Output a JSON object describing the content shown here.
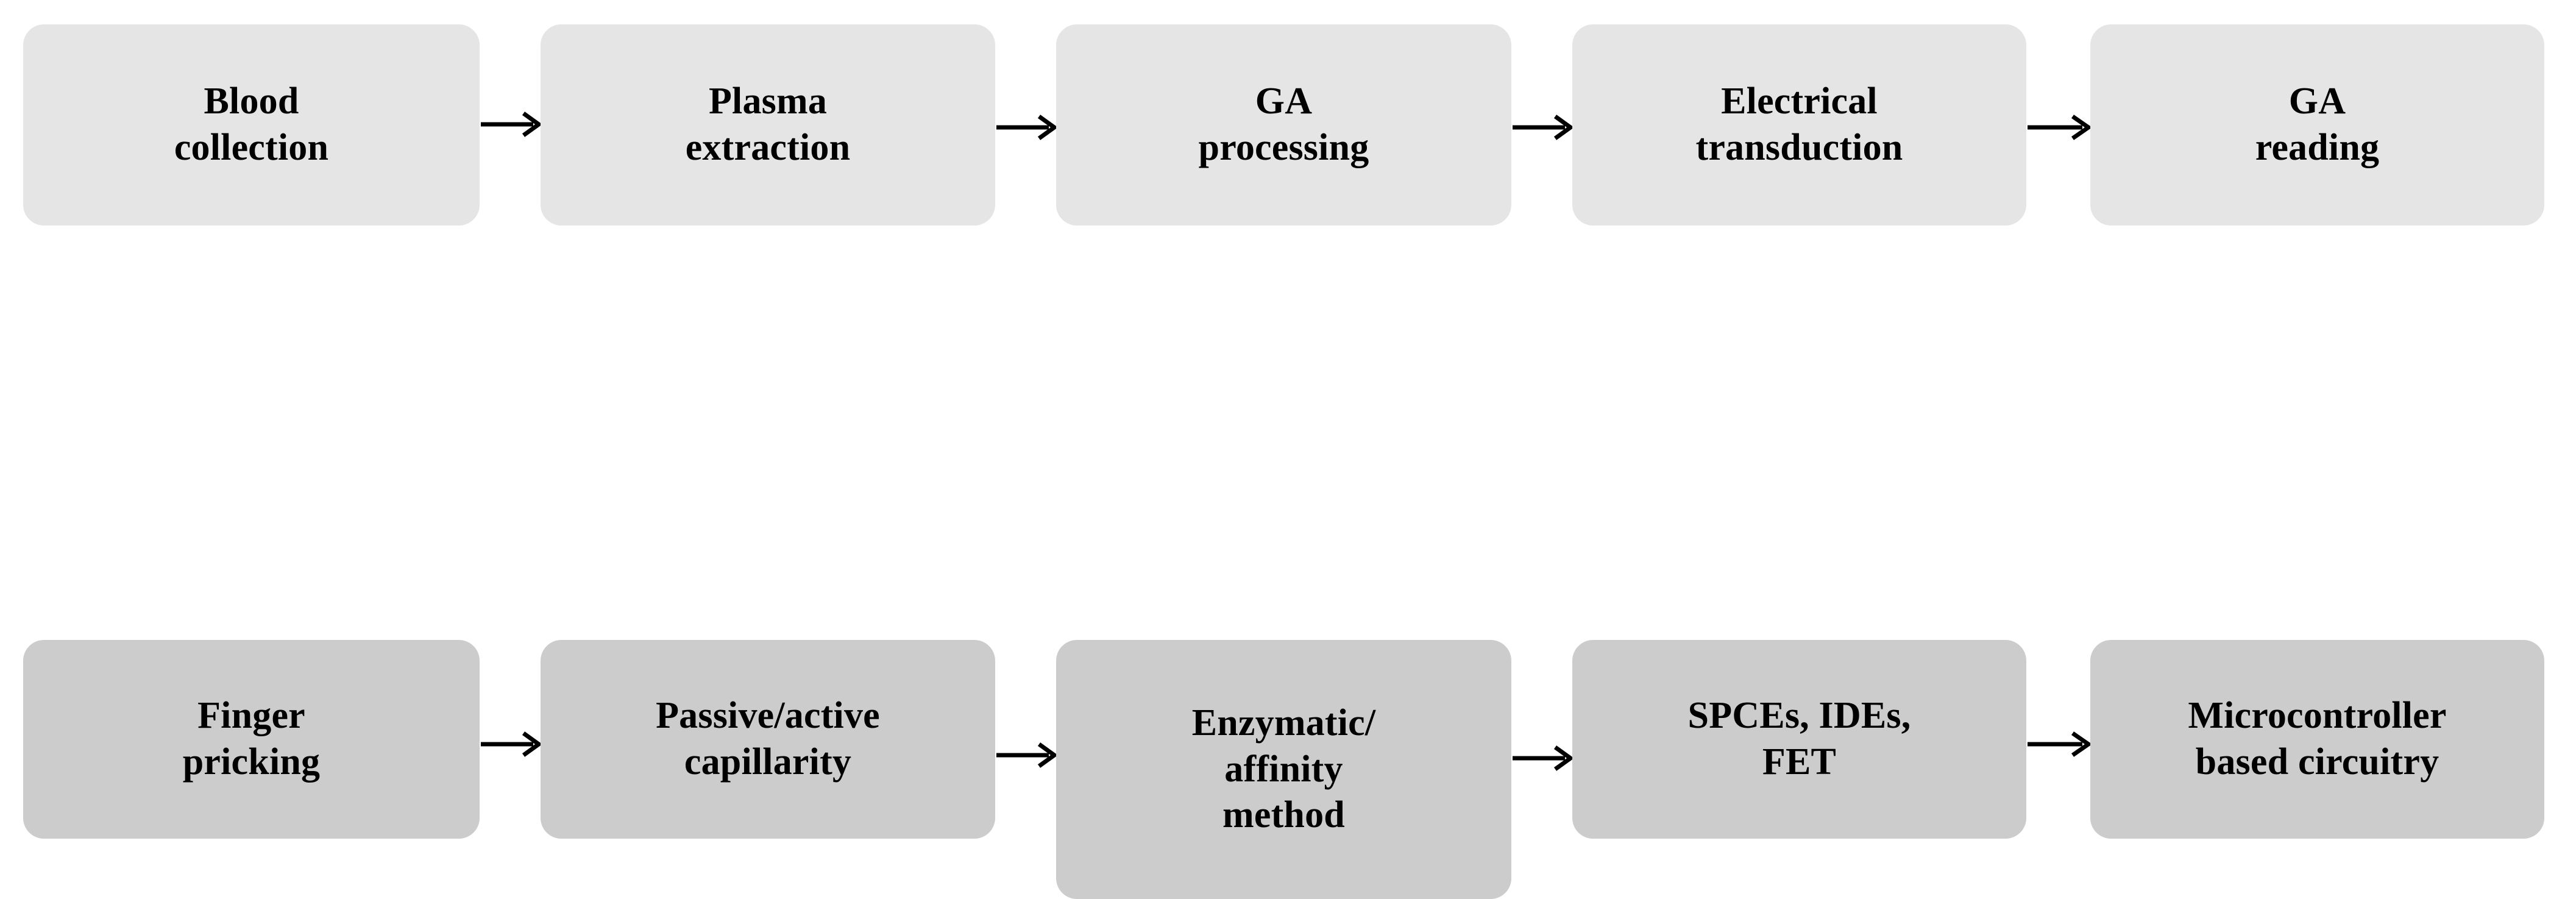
{
  "diagram": {
    "type": "process-flow",
    "orientation": "left-to-right",
    "rows": 2,
    "columns": 5,
    "colors": {
      "background": "#ffffff",
      "upstream_node_fill": "#e5e5e5",
      "downstream_node_fill": "#cccccc",
      "text": "#000000",
      "arrow": "#000000"
    },
    "top_row": {
      "name": "workflow-stages",
      "fill": "#e5e5e5",
      "nodes": [
        {
          "id": "blood-collection",
          "label": "Blood\ncollection"
        },
        {
          "id": "plasma-extraction",
          "label": "Plasma\nextraction"
        },
        {
          "id": "ga-processing",
          "label": "GA\nprocessing"
        },
        {
          "id": "electrical-transduction",
          "label": "Electrical\ntransduction"
        },
        {
          "id": "ga-reading",
          "label": "GA\nreading"
        }
      ],
      "connectors": [
        {
          "id": "top-1",
          "icon": "arrow-right-icon",
          "from": "blood-collection",
          "to": "plasma-extraction"
        },
        {
          "id": "top-2",
          "icon": "arrow-right-icon",
          "from": "plasma-extraction",
          "to": "ga-processing"
        },
        {
          "id": "top-3",
          "icon": "arrow-right-icon",
          "from": "ga-processing",
          "to": "electrical-transduction"
        },
        {
          "id": "top-4",
          "icon": "arrow-right-icon",
          "from": "electrical-transduction",
          "to": "ga-reading"
        }
      ]
    },
    "bottom_row": {
      "name": "implementation-methods",
      "fill": "#cccccc",
      "nodes": [
        {
          "id": "finger-pricking",
          "label": "Finger\npricking"
        },
        {
          "id": "passive-active-capillarity",
          "label": "Passive/active\ncapillarity"
        },
        {
          "id": "enzymatic-affinity-method",
          "label": "Enzymatic/\naffinity\nmethod"
        },
        {
          "id": "spces-ides-fet",
          "label": "SPCEs, IDEs,\nFET"
        },
        {
          "id": "microcontroller-circuitry",
          "label": "Microcontroller\nbased circuitry"
        }
      ],
      "connectors": [
        {
          "id": "bottom-1",
          "icon": "arrow-right-icon",
          "from": "finger-pricking",
          "to": "passive-active-capillarity"
        },
        {
          "id": "bottom-2",
          "icon": "arrow-right-icon",
          "from": "passive-active-capillarity",
          "to": "enzymatic-affinity-method"
        },
        {
          "id": "bottom-3",
          "icon": "arrow-right-icon",
          "from": "enzymatic-affinity-method",
          "to": "spces-ides-fet"
        },
        {
          "id": "bottom-4",
          "icon": "arrow-right-icon",
          "from": "spces-ides-fet",
          "to": "microcontroller-circuitry"
        }
      ]
    }
  }
}
